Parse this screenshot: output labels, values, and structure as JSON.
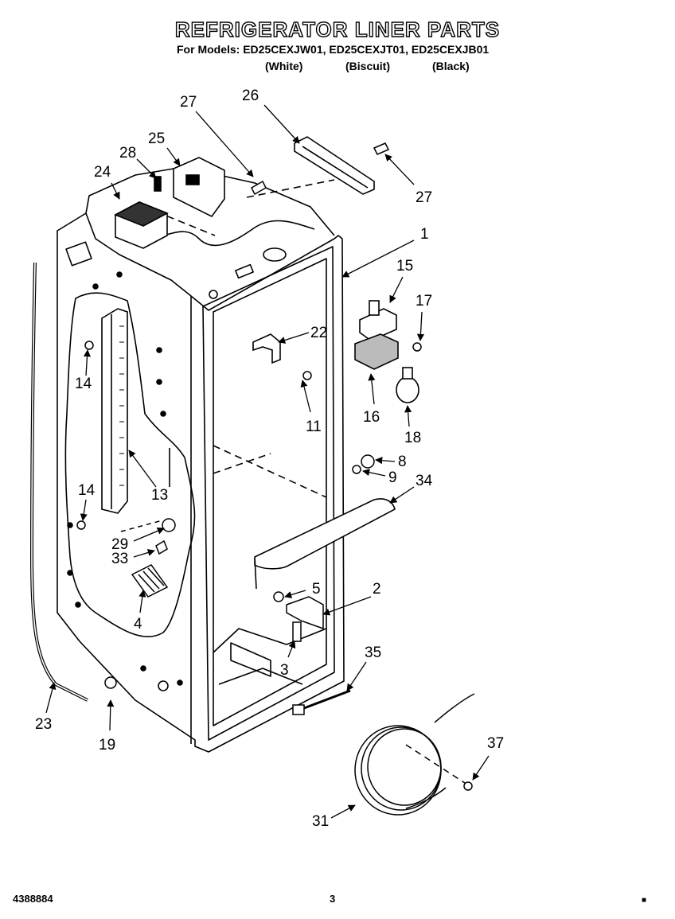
{
  "header": {
    "title": "REFRIGERATOR LINER PARTS",
    "models_line": "For Models: ED25CEXJW01, ED25CEXJT01, ED25CEXJB01",
    "finishes": [
      "(White)",
      "(Biscuit)",
      "(Black)"
    ]
  },
  "callouts": {
    "c1": "1",
    "c2": "2",
    "c3": "3",
    "c4": "4",
    "c5": "5",
    "c8": "8",
    "c9": "9",
    "c11": "11",
    "c13": "13",
    "c14a": "14",
    "c14b": "14",
    "c15": "15",
    "c16": "16",
    "c17": "17",
    "c18": "18",
    "c19": "19",
    "c22": "22",
    "c23": "23",
    "c24": "24",
    "c25": "25",
    "c26": "26",
    "c27a": "27",
    "c27b": "27",
    "c28": "28",
    "c29": "29",
    "c31": "31",
    "c33": "33",
    "c34": "34",
    "c35": "35",
    "c37": "37"
  },
  "footer": {
    "doc_number": "4388884",
    "page_number": "3",
    "corner_mark": "■"
  }
}
